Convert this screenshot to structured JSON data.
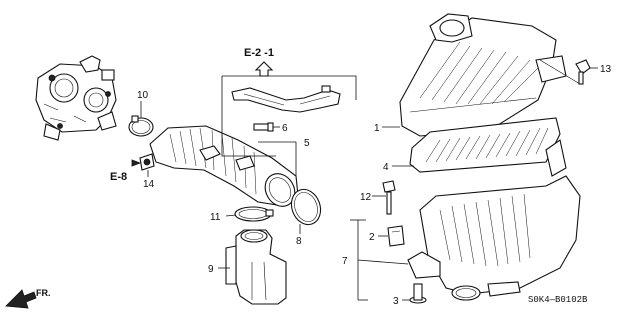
{
  "diagram_code": "S0K4—B0102B",
  "direction_label": "FR.",
  "ref_codes": {
    "upper": "E-2 -1",
    "left": "E-8"
  },
  "callouts": {
    "c1": "1",
    "c2": "2",
    "c3": "3",
    "c4": "4",
    "c5": "5",
    "c6": "6",
    "c7": "7",
    "c8": "8",
    "c9": "9",
    "c10": "10",
    "c11": "11",
    "c12": "12",
    "c13": "13",
    "c14": "14"
  }
}
